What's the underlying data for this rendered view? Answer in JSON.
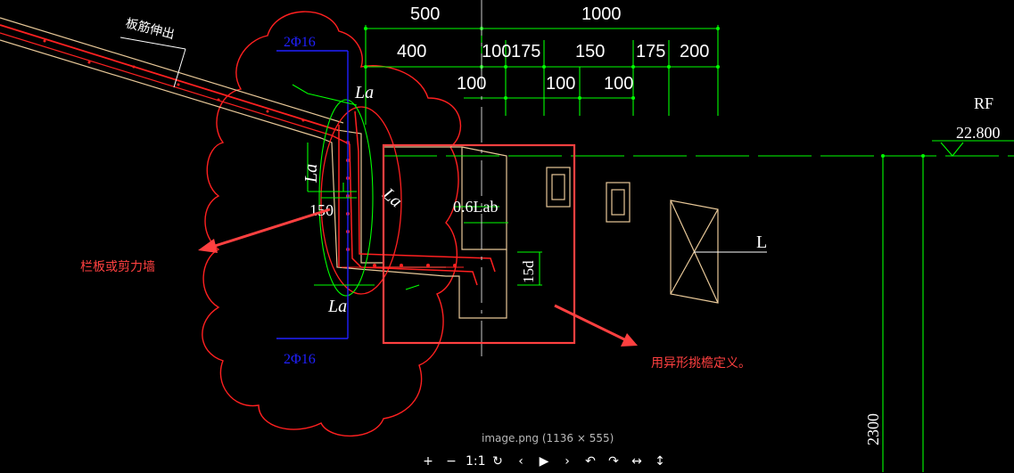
{
  "dimensions": {
    "top": [
      "500",
      "1000"
    ],
    "row2": [
      "400",
      "100",
      "175",
      "150",
      "175",
      "200"
    ],
    "row3": [
      "100",
      "100",
      "100"
    ]
  },
  "labels": {
    "rebar_top": "2Φ16",
    "rebar_bottom": "2Φ16",
    "slab_label": "板筋伸出",
    "la_1": "La",
    "la_2": "La",
    "la_3": "La",
    "la_diag": "La",
    "d150": "150",
    "anchor": "0.6Lab",
    "d15": "15d",
    "rf": "RF",
    "elev": "22.800",
    "vert_dim": "2300",
    "l_label": "L"
  },
  "notes": {
    "left": "栏板或剪力墙",
    "right": "用异形挑檐定义。"
  },
  "viewer": {
    "caption": "image.png (1136 × 555)",
    "buttons": [
      "+",
      "−",
      "1:1",
      "↻",
      "‹",
      "▶",
      "›",
      "↶",
      "↷",
      "↔",
      "↕"
    ]
  },
  "colors": {
    "green": "#00ff00",
    "red": "#ff2020",
    "blue": "#2020ff",
    "tan": "#e8c898",
    "white": "#ffffff"
  }
}
